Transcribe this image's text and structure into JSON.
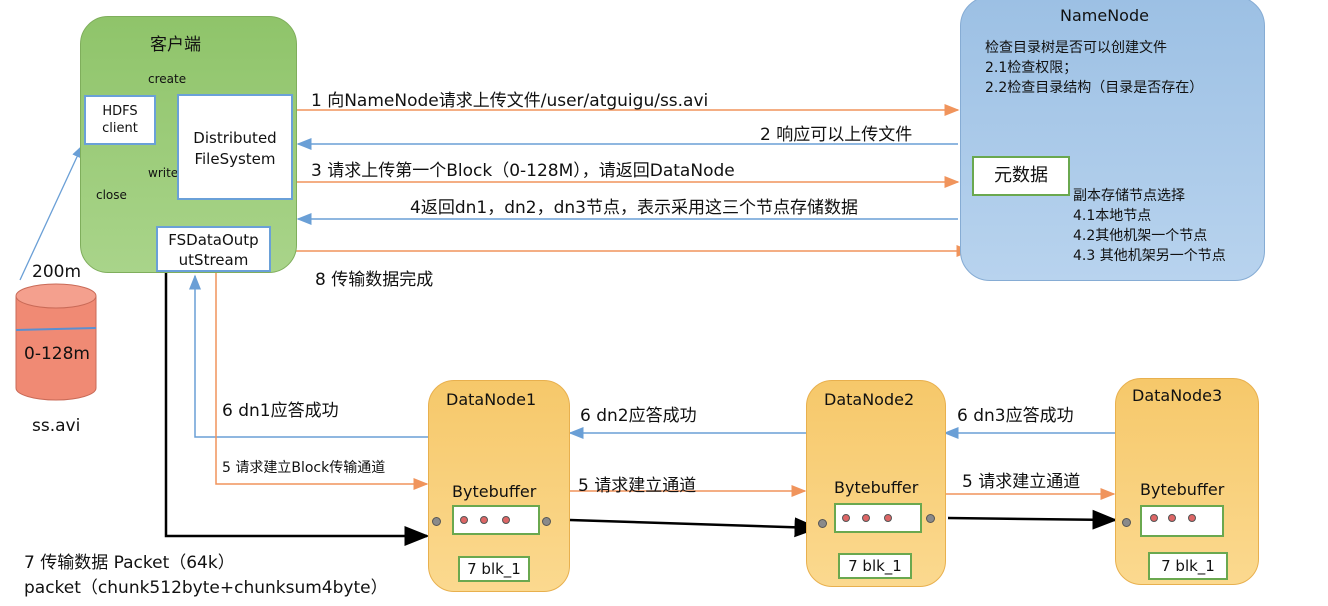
{
  "client": {
    "title": "客户端",
    "hdfs_client": "HDFS client",
    "dfs": "Distributed FileSystem",
    "fsdos": "FSDataOutputStream",
    "create": "create",
    "write": "write",
    "close": "close"
  },
  "namenode": {
    "title": "NameNode",
    "check_lines": [
      "检查目录树是否可以创建文件",
      "2.1检查权限；",
      "2.2检查目录结构（目录是否存在）"
    ],
    "metadata": "元数据",
    "replica_lines": [
      "副本存储节点选择",
      "4.1本地节点",
      "4.2其他机架一个节点",
      "4.3 其他机架另一个节点"
    ]
  },
  "steps": {
    "s1": "1 向NameNode请求上传文件/user/atguigu/ss.avi",
    "s2": "2 响应可以上传文件",
    "s3": "3 请求上传第一个Block（0-128M），请返回DataNode",
    "s4": "4返回dn1，dn2，dn3节点，表示采用这三个节点存储数据",
    "s8": "8 传输数据完成",
    "s6_dn1": "6 dn1应答成功",
    "s6_dn2": "6 dn2应答成功",
    "s6_dn3": "6 dn3应答成功",
    "s5_block": "5 请求建立Block传输通道",
    "s5_ch1": "5 请求建立通道",
    "s5_ch2": "5 请求建立通道",
    "s7_line1": "7 传输数据  Packet（64k）",
    "s7_line2": "packet（chunk512byte+chunksum4byte）"
  },
  "file": {
    "size": "200m",
    "block": "0-128m",
    "name": "ss.avi"
  },
  "datanodes": [
    {
      "title": "DataNode1",
      "buffer": "Bytebuffer",
      "blk": "7 blk_1"
    },
    {
      "title": "DataNode2",
      "buffer": "Bytebuffer",
      "blk": "7 blk_1"
    },
    {
      "title": "DataNode3",
      "buffer": "Bytebuffer",
      "blk": "7 blk_1"
    }
  ],
  "colors": {
    "orange_arrow": "#f0945c",
    "blue_arrow": "#6a9fd6",
    "black_arrow": "#000000"
  }
}
